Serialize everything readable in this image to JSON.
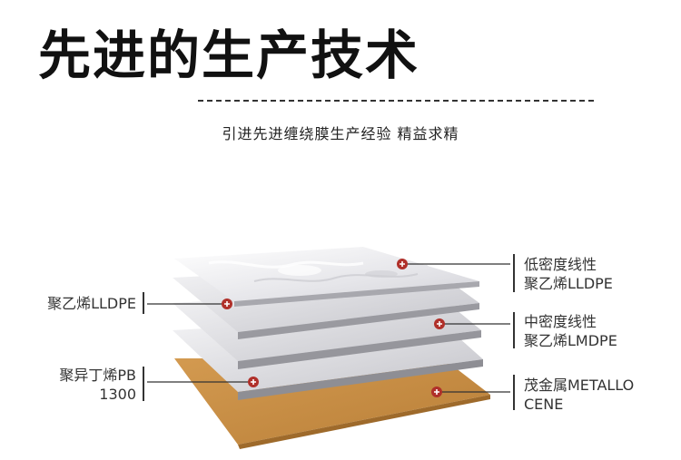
{
  "header": {
    "title": "先进的生产技术",
    "subtitle": "引进先进缠绕膜生产经验 精益求精"
  },
  "labels": {
    "ldpe_right": [
      "低密度线性",
      "聚乙烯LLDPE"
    ],
    "lldpe_left": [
      "聚乙烯LLDPE"
    ],
    "mdpe_right": [
      "中密度线性",
      "聚乙烯LMDPE"
    ],
    "pb_left": [
      "聚异丁烯PB",
      "1300"
    ],
    "metal_right": [
      "茂金属METALLO",
      "CENE"
    ]
  },
  "colors": {
    "film_layer": "#d9d9dd",
    "film_edge": "#9a9aa0",
    "base_layer": "#c8924a",
    "marker": "#c0392b"
  }
}
